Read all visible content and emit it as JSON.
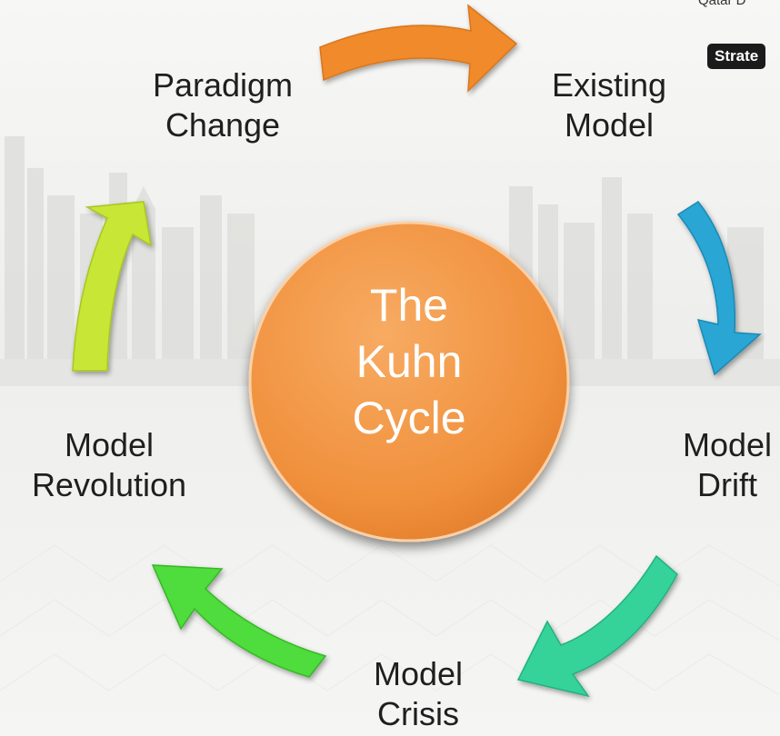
{
  "diagram": {
    "center": {
      "line1": "The",
      "line2": "Kuhn",
      "line3": "Cycle"
    },
    "stages": {
      "paradigm_change": {
        "line1": "Paradigm",
        "line2": "Change"
      },
      "existing_model": {
        "line1": "Existing",
        "line2": "Model"
      },
      "model_drift": {
        "line1": "Model",
        "line2": "Drift"
      },
      "model_crisis": {
        "line1": "Model",
        "line2": "Crisis"
      },
      "model_revolution": {
        "line1": "Model",
        "line2": "Revolution"
      }
    },
    "colors": {
      "circle": "#f29a4a",
      "arrow_top": "#f08a2c",
      "arrow_right": "#2aa6d4",
      "arrow_bottom_right": "#34d39a",
      "arrow_bottom_left": "#4fdc3c",
      "arrow_left": "#c8e636"
    }
  },
  "branding": {
    "corner_text": "Qatar D",
    "badge_text": "Strate"
  }
}
